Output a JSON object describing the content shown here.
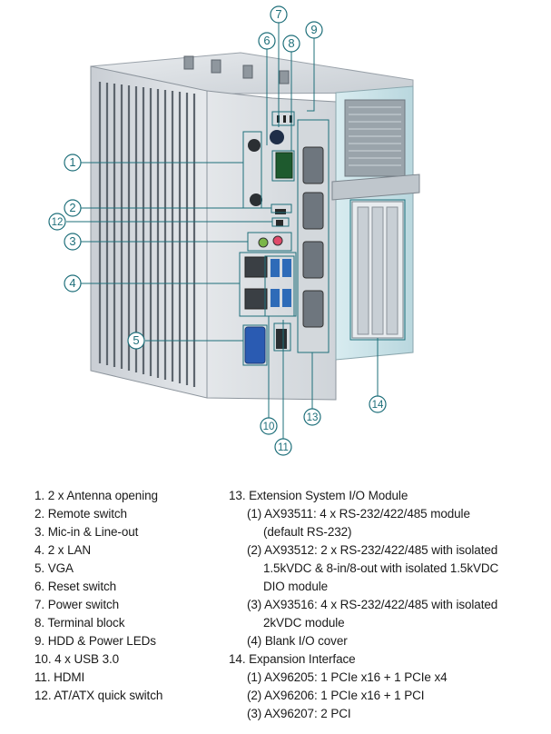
{
  "callouts": [
    "1",
    "2",
    "3",
    "4",
    "5",
    "6",
    "7",
    "8",
    "9",
    "10",
    "11",
    "12",
    "13",
    "14"
  ],
  "legend_left": [
    {
      "text": "1. 2 x Antenna opening",
      "indent": 0
    },
    {
      "text": "2. Remote switch",
      "indent": 0
    },
    {
      "text": "3. Mic-in & Line-out",
      "indent": 0
    },
    {
      "text": "4. 2 x LAN",
      "indent": 0
    },
    {
      "text": "5. VGA",
      "indent": 0
    },
    {
      "text": "6. Reset switch",
      "indent": 0
    },
    {
      "text": "7. Power switch",
      "indent": 0
    },
    {
      "text": "8. Terminal block",
      "indent": 0
    },
    {
      "text": "9. HDD & Power LEDs",
      "indent": 0
    },
    {
      "text": "10. 4 x USB 3.0",
      "indent": 0
    },
    {
      "text": "11. HDMI",
      "indent": 0
    },
    {
      "text": "12. AT/ATX quick switch",
      "indent": 0
    }
  ],
  "legend_right": [
    {
      "text": "13. Extension System I/O Module",
      "indent": 0
    },
    {
      "text": "(1) AX93511: 4 x RS-232/422/485 module",
      "indent": 1
    },
    {
      "text": "(default RS-232)",
      "indent": 2
    },
    {
      "text": "(2) AX93512: 2 x RS-232/422/485 with isolated",
      "indent": 1
    },
    {
      "text": "1.5kVDC & 8-in/8-out with isolated 1.5kVDC",
      "indent": 2
    },
    {
      "text": "DIO module",
      "indent": 2
    },
    {
      "text": "(3) AX93516: 4 x RS-232/422/485 with isolated",
      "indent": 1
    },
    {
      "text": "2kVDC module",
      "indent": 2
    },
    {
      "text": "(4) Blank I/O cover",
      "indent": 1
    },
    {
      "text": "14. Expansion Interface",
      "indent": 0
    },
    {
      "text": "(1) AX96205: 1 PCIe x16 + 1 PCIe x4",
      "indent": 1
    },
    {
      "text": "(2) AX96206: 1 PCIe x16 + 1 PCI",
      "indent": 1
    },
    {
      "text": "(3) AX96207: 2 PCI",
      "indent": 1
    }
  ]
}
